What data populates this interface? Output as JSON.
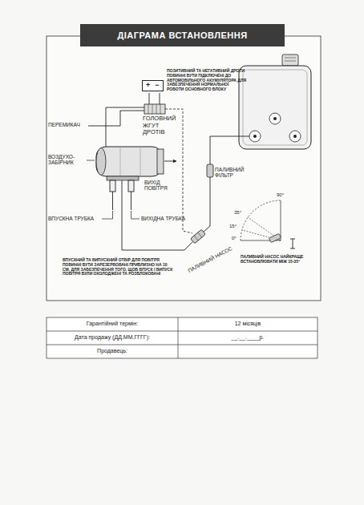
{
  "diagram": {
    "title": "ДІАГРАМА ВСТАНОВЛЕННЯ",
    "nodes": [
      {
        "text": [
          "+",
          "−"
        ]
      }
    ],
    "labels": [
      "ПОЗИТИВНИЙ ТА НЕГАТИВНИЙ ДРОТИ ПОВИННІ БУТИ ПІДКЛЮЧЕНІ ДО АВТОМОБІЛЬНОГО АКУМУЛЯТОРА ДЛЯ ЗАБЕЗПЕЧЕННЯ НОРМАЛЬНОЇ РОБОТИ ОСНОВНОГО БЛОКУ",
      "ПЕРЕМИКАЧ",
      "ГОЛОВНИЙ ЖГУТ ДРОТІВ",
      "ВОЗДУХО- ЗАБІРНИК",
      "ВИХІД ПОВІТРЯ",
      "ПАЛИВНИЙ ФІЛЬТР",
      "ВПУСКНА ТРУБКА",
      "ВИХІДНА ТРУБКА",
      "90°",
      "35°",
      "15°",
      "0°",
      "ПАЛИВНИЙ НАСОС",
      "ВПУСКНИЙ ТА ВИПУСКНИЙ ОТВІР ДЛЯ ПОВІТРЯ ПОВИННІ БУТИ ЗАРЕЗЕРВОВАНІ ПРИБЛИЗНО НА 10 СМ, ДЛЯ ЗАБЕЗПЕЧЕННЯ ТОГО, ЩОБ ВПУСК І ВИПУСК ПОВІТРЯ БУЛИ ОХОЛОДЖЕНІ ТА РОЗБЛОКОВАНІ",
      "ПАЛИВНИЙ НАСОС НАЙКРАЩЕ ВСТАНОВЛЮВАТИ МІЖ 15-35°",
      "Гарантійний термін:",
      "12 місяців",
      "Дата продажу (ДД.ММ.ГГГГ):",
      "__.__.____р.",
      "Продавець:"
    ]
  }
}
